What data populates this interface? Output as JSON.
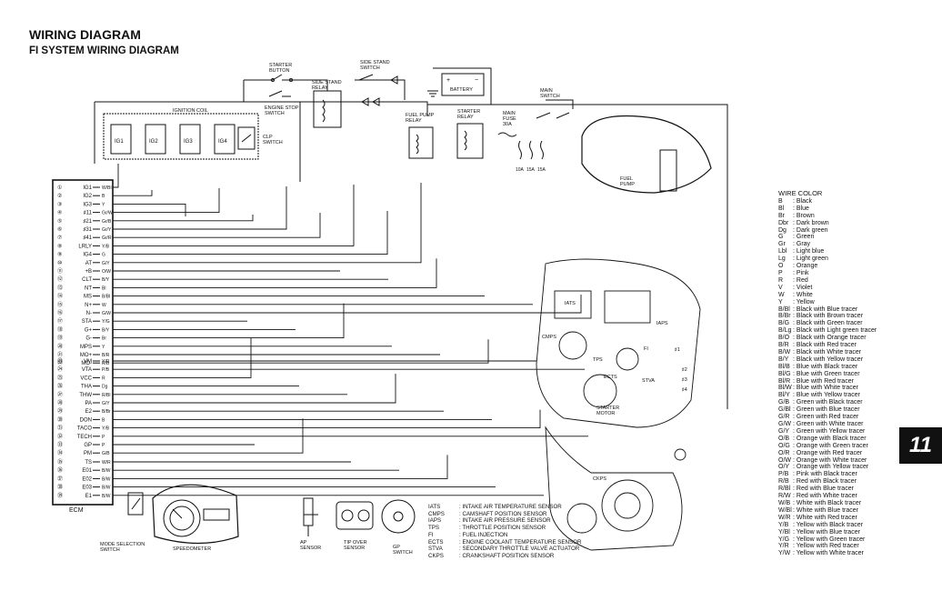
{
  "title": "WIRING DIAGRAM",
  "subtitle": "FI SYSTEM WIRING DIAGRAM",
  "page_tab": "11",
  "ecm": {
    "label": "ECM",
    "pins": [
      {
        "n": "①",
        "name": "IG1",
        "wire": "W/Bl"
      },
      {
        "n": "②",
        "name": "IG2",
        "wire": "B"
      },
      {
        "n": "③",
        "name": "IG3",
        "wire": "Y"
      },
      {
        "n": "④",
        "name": "♯11",
        "wire": "Gr/W"
      },
      {
        "n": "⑤",
        "name": "♯21",
        "wire": "Gr/B"
      },
      {
        "n": "⑥",
        "name": "♯31",
        "wire": "Gr/Y"
      },
      {
        "n": "⑦",
        "name": "♯41",
        "wire": "Gr/R"
      },
      {
        "n": "⑧",
        "name": "LRLY",
        "wire": "Y/B"
      },
      {
        "n": "⑨",
        "name": "IG4",
        "wire": "G"
      },
      {
        "n": "⑩",
        "name": "AT",
        "wire": "G/Y"
      },
      {
        "n": "⑪",
        "name": "+B",
        "wire": "O/W"
      },
      {
        "n": "⑫",
        "name": "CLT",
        "wire": "B/Y"
      },
      {
        "n": "⑬",
        "name": "NT",
        "wire": "Bl"
      },
      {
        "n": "⑭",
        "name": "MS",
        "wire": "B/Bl"
      },
      {
        "n": "⑮",
        "name": "N+",
        "wire": "W"
      },
      {
        "n": "⑯",
        "name": "N-",
        "wire": "G/W"
      },
      {
        "n": "⑰",
        "name": "STA",
        "wire": "Y/G"
      },
      {
        "n": "⑱",
        "name": "G+",
        "wire": "B/Y"
      },
      {
        "n": "⑲",
        "name": "G-",
        "wire": "Br"
      },
      {
        "n": "⑳",
        "name": "MPS",
        "wire": "Y"
      },
      {
        "n": "㉑",
        "name": "MO+",
        "wire": "B/R"
      },
      {
        "n": "㉒",
        "name": "MO-",
        "wire": "R/B"
      },
      {
        "n": "㉓",
        "name": "VM",
        "wire": "Y/R"
      },
      {
        "n": "㉔",
        "name": "VTA",
        "wire": "P/B"
      },
      {
        "n": "㉕",
        "name": "VCC",
        "wire": "R"
      },
      {
        "n": "㉖",
        "name": "THA",
        "wire": "Dg"
      },
      {
        "n": "㉗",
        "name": "THW",
        "wire": "R/Bl"
      },
      {
        "n": "㉘",
        "name": "PA",
        "wire": "G/Y"
      },
      {
        "n": "㉙",
        "name": "E2",
        "wire": "B/Br"
      },
      {
        "n": "㉚",
        "name": "DON",
        "wire": "B"
      },
      {
        "n": "㉛",
        "name": "TACO",
        "wire": "Y/B"
      },
      {
        "n": "㉜",
        "name": "TECH",
        "wire": "P"
      },
      {
        "n": "㉝",
        "name": "GP",
        "wire": "P"
      },
      {
        "n": "㉞",
        "name": "PM",
        "wire": "G/B"
      },
      {
        "n": "㉟",
        "name": "TS",
        "wire": "W/R"
      },
      {
        "n": "㊱",
        "name": "E01",
        "wire": "B/W"
      },
      {
        "n": "㊲",
        "name": "E02",
        "wire": "B/W"
      },
      {
        "n": "㊳",
        "name": "E03",
        "wire": "B/W"
      },
      {
        "n": "㊴",
        "name": "E1",
        "wire": "B/W"
      }
    ]
  },
  "components": {
    "starter_button": "STARTER\nBUTTON",
    "engine_stop_switch": "ENGINE STOP\nSWITCH",
    "side_stand_relay": "SIDE STAND\nRELAY",
    "side_stand_switch": "SIDE STAND\nSWITCH",
    "battery": "BATTERY",
    "main_switch": "MAIN\nSWITCH",
    "ignition_coil": "IGNITION COIL",
    "coils": [
      "IG1",
      "IG2",
      "IG3",
      "IG4"
    ],
    "clp_switch": "CLP\nSWITCH",
    "fuel_pump_relay": "FUEL PUMP\nRELAY",
    "starter_relay": "STARTER\nRELAY",
    "main_fuse": "MAIN\nFUSE\n30A",
    "fuses": [
      "10A",
      "15A",
      "15A"
    ],
    "fuel_pump": "FUEL\nPUMP",
    "mode_selection_switch": "MODE SELECTION\nSWITCH",
    "speedometer": "SPEEDOMETER",
    "ap_sensor": "AP\nSENSOR",
    "tip_over_sensor": "TIP OVER\nSENSOR",
    "gp_switch": "GP\nSWITCH",
    "starter_motor": "STARTER\nMOTOR",
    "engine_labels": {
      "iats": "IATS",
      "iaps": "IAPS",
      "cmps": "CMPS",
      "tps": "TPS",
      "fi": "FI",
      "ects": "ECTS",
      "stva": "STVA",
      "ckps": "CKPS",
      "inj1": "♯1",
      "inj2": "♯2",
      "inj3": "♯3",
      "inj4": "♯4"
    }
  },
  "abbreviations": [
    {
      "code": "IATS",
      "desc": ": INTAKE AIR TEMPERATURE SENSOR"
    },
    {
      "code": "CMPS",
      "desc": ": CAMSHAFT POSITION SENSOR"
    },
    {
      "code": "IAPS",
      "desc": ": INTAKE AIR PRESSURE SENSOR"
    },
    {
      "code": "TPS",
      "desc": ": THROTTLE POSITION SENSOR"
    },
    {
      "code": "FI",
      "desc": ": FUEL INJECTION"
    },
    {
      "code": "ECTS",
      "desc": ": ENGINE COOLANT TEMPERATURE SENSOR"
    },
    {
      "code": "STVA",
      "desc": ": SECONDARY THROTTLE VALVE ACTUATOR"
    },
    {
      "code": "CKPS",
      "desc": ": CRANKSHAFT POSITION SENSOR"
    }
  ],
  "wire_color_legend": {
    "title": "WIRE COLOR",
    "items": [
      {
        "code": "B",
        "desc": ": Black"
      },
      {
        "code": "Bl",
        "desc": ": Blue"
      },
      {
        "code": "Br",
        "desc": ": Brown"
      },
      {
        "code": "Dbr",
        "desc": ": Dark brown"
      },
      {
        "code": "Dg",
        "desc": ": Dark green"
      },
      {
        "code": "G",
        "desc": ": Green"
      },
      {
        "code": "Gr",
        "desc": ": Gray"
      },
      {
        "code": "Lbl",
        "desc": ": Light blue"
      },
      {
        "code": "Lg",
        "desc": ": Light green"
      },
      {
        "code": "O",
        "desc": ": Orange"
      },
      {
        "code": "P",
        "desc": ": Pink"
      },
      {
        "code": "R",
        "desc": ": Red"
      },
      {
        "code": "V",
        "desc": ": Violet"
      },
      {
        "code": "W",
        "desc": ": White"
      },
      {
        "code": "Y",
        "desc": ": Yellow"
      },
      {
        "code": "B/Bl",
        "desc": ": Black with Blue tracer"
      },
      {
        "code": "B/Br",
        "desc": ": Black with Brown tracer"
      },
      {
        "code": "B/G",
        "desc": ": Black with Green tracer"
      },
      {
        "code": "B/Lg",
        "desc": ": Black with Light green tracer"
      },
      {
        "code": "B/O",
        "desc": ": Black with Orange tracer"
      },
      {
        "code": "B/R",
        "desc": ": Black with Red tracer"
      },
      {
        "code": "B/W",
        "desc": ": Black with White tracer"
      },
      {
        "code": "B/Y",
        "desc": ": Black with Yellow tracer"
      },
      {
        "code": "Bl/B",
        "desc": ": Blue with Black tracer"
      },
      {
        "code": "Bl/G",
        "desc": ": Blue with Green tracer"
      },
      {
        "code": "Bl/R",
        "desc": ": Blue with Red tracer"
      },
      {
        "code": "Bl/W",
        "desc": ": Blue with White tracer"
      },
      {
        "code": "Bl/Y",
        "desc": ": Blue with Yellow tracer"
      },
      {
        "code": "G/B",
        "desc": ": Green with Black tracer"
      },
      {
        "code": "G/Bl",
        "desc": ": Green with Blue tracer"
      },
      {
        "code": "G/R",
        "desc": ": Green with Red tracer"
      },
      {
        "code": "G/W",
        "desc": ": Green with White tracer"
      },
      {
        "code": "G/Y",
        "desc": ": Green with Yellow tracer"
      },
      {
        "code": "O/B",
        "desc": ": Orange with Black tracer"
      },
      {
        "code": "O/G",
        "desc": ": Orange with Green tracer"
      },
      {
        "code": "O/R",
        "desc": ": Orange with Red tracer"
      },
      {
        "code": "O/W",
        "desc": ": Orange with White tracer"
      },
      {
        "code": "O/Y",
        "desc": ": Orange with Yellow tracer"
      },
      {
        "code": "P/B",
        "desc": ": Pink with Black tracer"
      },
      {
        "code": "R/B",
        "desc": ": Red with Black tracer"
      },
      {
        "code": "R/Bl",
        "desc": ": Red with Blue tracer"
      },
      {
        "code": "R/W",
        "desc": ": Red with White tracer"
      },
      {
        "code": "W/B",
        "desc": ": White with Black tracer"
      },
      {
        "code": "W/Bl",
        "desc": ": White with Blue tracer"
      },
      {
        "code": "W/R",
        "desc": ": White with Red tracer"
      },
      {
        "code": "Y/B",
        "desc": ": Yellow with Black tracer"
      },
      {
        "code": "Y/Bl",
        "desc": ": Yellow with Blue tracer"
      },
      {
        "code": "Y/G",
        "desc": ": Yellow with Green tracer"
      },
      {
        "code": "Y/R",
        "desc": ": Yellow with Red tracer"
      },
      {
        "code": "Y/W",
        "desc": ": Yellow with White tracer"
      }
    ]
  }
}
